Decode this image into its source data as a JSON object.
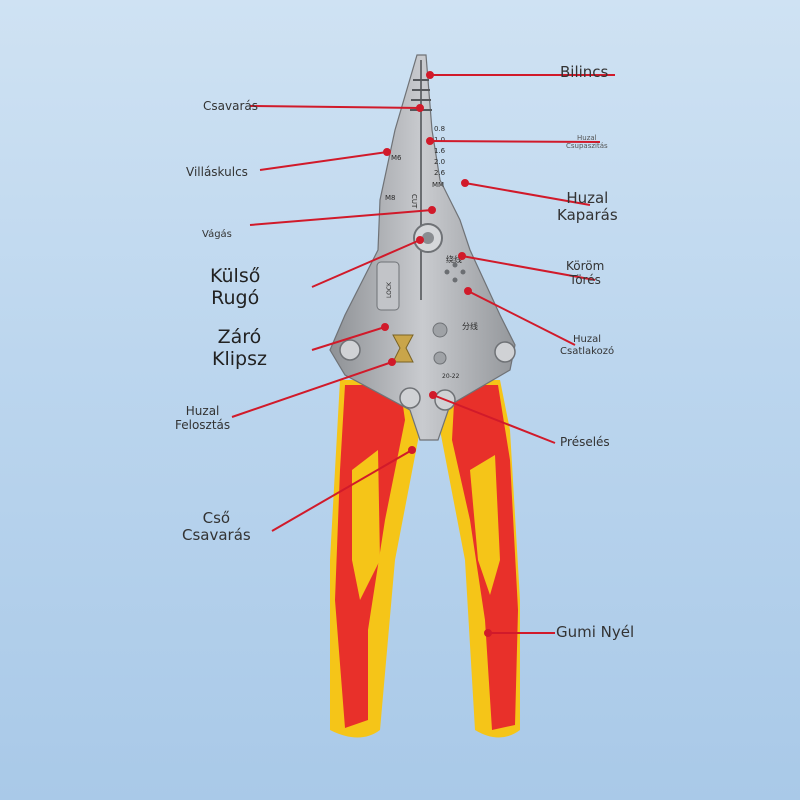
{
  "colors": {
    "background": "#bcd6ee",
    "leader_line": "#d11a2a",
    "handle_red": "#e8302a",
    "handle_yellow": "#f5c518",
    "steel": "#a9abaf"
  },
  "tool_markings": {
    "gauge": [
      "0.8",
      "1.0",
      "1.6",
      "2.0",
      "2.6"
    ],
    "unit": "MM",
    "m6": "M6",
    "m8": "M8",
    "cut": "CUT",
    "lock": "LOCK",
    "chinese_top": "绕线",
    "chinese_mid": "分线",
    "size_20_22": "20-22"
  },
  "labels": {
    "bilincs": "Bilincs",
    "csavaras": "Csavarás",
    "huzal_csupaszitas": [
      "Huzal",
      "Csupaszítás"
    ],
    "villaskulcs": "Villáskulcs",
    "huzal_kaparas": [
      "Huzal",
      "Kaparás"
    ],
    "vagas": "Vágás",
    "kulso_rugo": [
      "Külső",
      "Rugó"
    ],
    "korom_tores": [
      "Köröm",
      "Törés"
    ],
    "zaro_klipsz": [
      "Záró",
      "Klipsz"
    ],
    "huzal_csatlakozo": [
      "Huzal",
      "Csatlakozó"
    ],
    "huzal_felosztas": [
      "Huzal",
      "Felosztás"
    ],
    "preseles": "Préselés",
    "cso_csavaras": [
      "Cső",
      "Csavarás"
    ],
    "gumi_nyel": "Gumi Nyél"
  }
}
